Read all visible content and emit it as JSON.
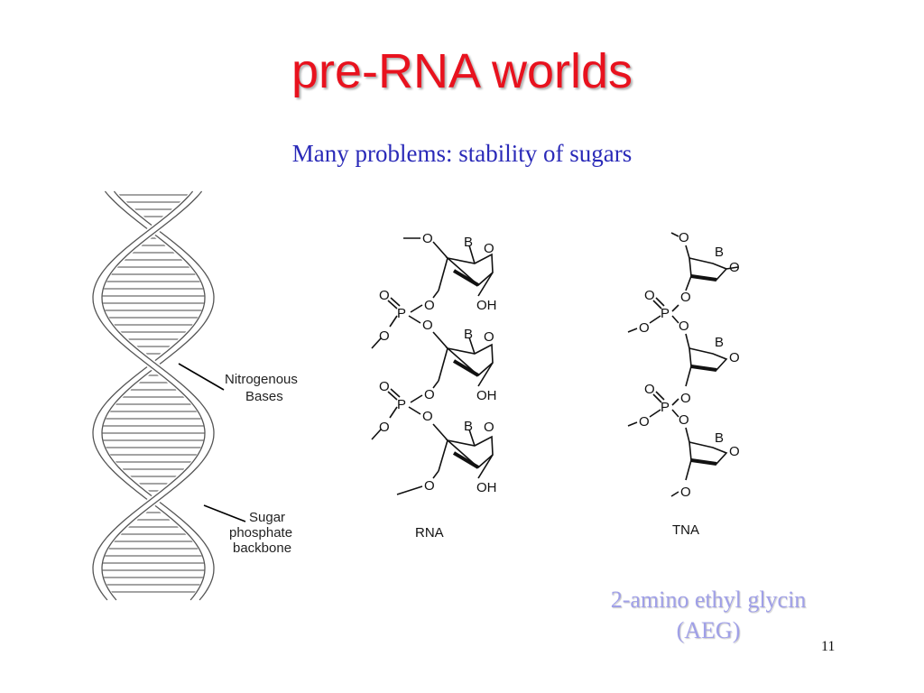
{
  "slide": {
    "title": "pre-RNA worlds",
    "subtitle": "Many problems: stability of sugars",
    "page_number": "11",
    "aeg_line1": "2-amino ethyl glycin",
    "aeg_line2": "(AEG)"
  },
  "dna_diagram": {
    "label_bases_line1": "Nitrogenous",
    "label_bases_line2": "Bases",
    "label_backbone_line1": "Sugar",
    "label_backbone_line2": "phosphate",
    "label_backbone_line3": "backbone"
  },
  "rna_structure": {
    "caption": "RNA",
    "atom_O": "O",
    "atom_B": "B",
    "atom_OH": "OH",
    "atom_P": "P"
  },
  "tna_structure": {
    "caption": "TNA",
    "atom_O": "O",
    "atom_B": "B",
    "atom_P": "P"
  },
  "colors": {
    "title": "#e8121e",
    "subtitle": "#2a2ab8",
    "aeg": "#a0a0e8"
  }
}
